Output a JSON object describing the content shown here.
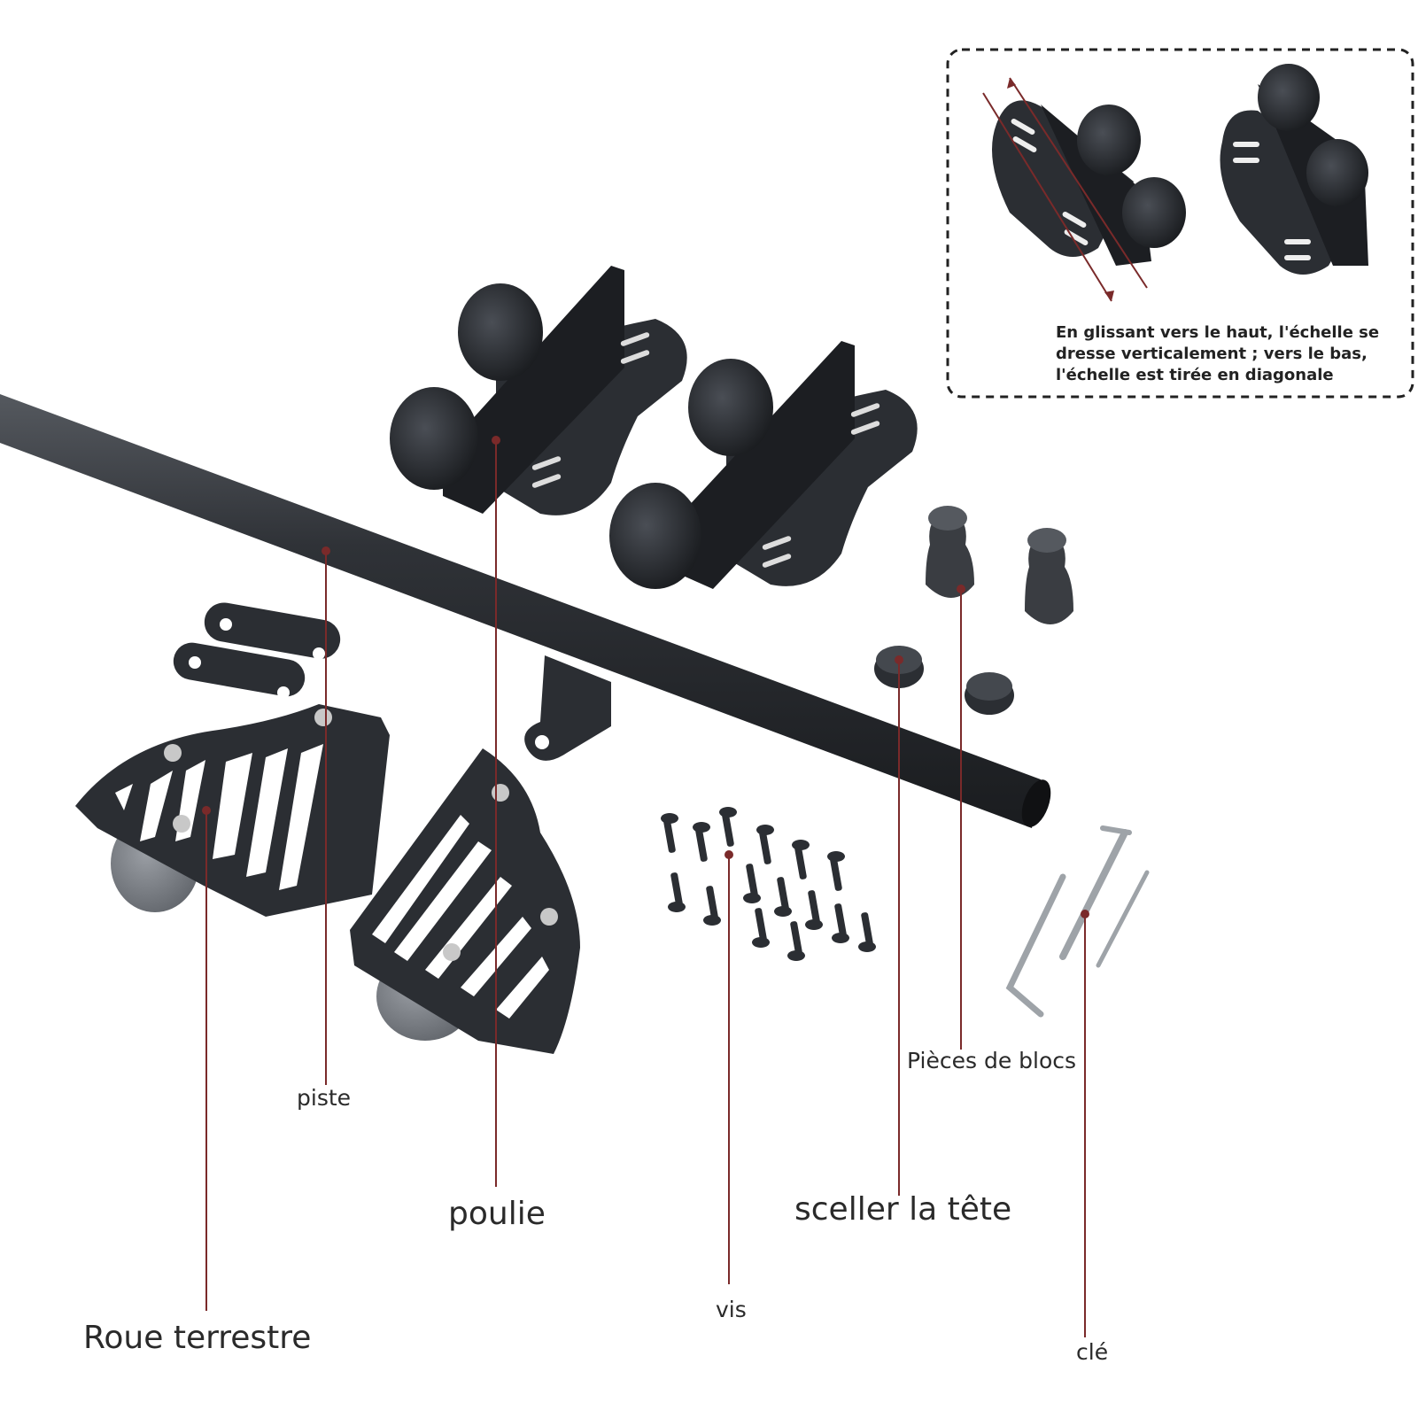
{
  "labels": {
    "piste": "piste",
    "poulie": "poulie",
    "roue": "Roue terrestre",
    "vis": "vis",
    "sceller": "sceller la tête",
    "blocs": "Pièces de blocs",
    "cle": "clé"
  },
  "inset_note": "En glissant vers le haut, l'échelle se dresse verticalement ; vers le bas, l'échelle est tirée en diagonale",
  "colors": {
    "metal": "#2b2e33",
    "metal_dark": "#1c1e22",
    "wheel": "#7a7e84",
    "leader": "#7a2a2a",
    "steel": "#9ea3a8"
  }
}
